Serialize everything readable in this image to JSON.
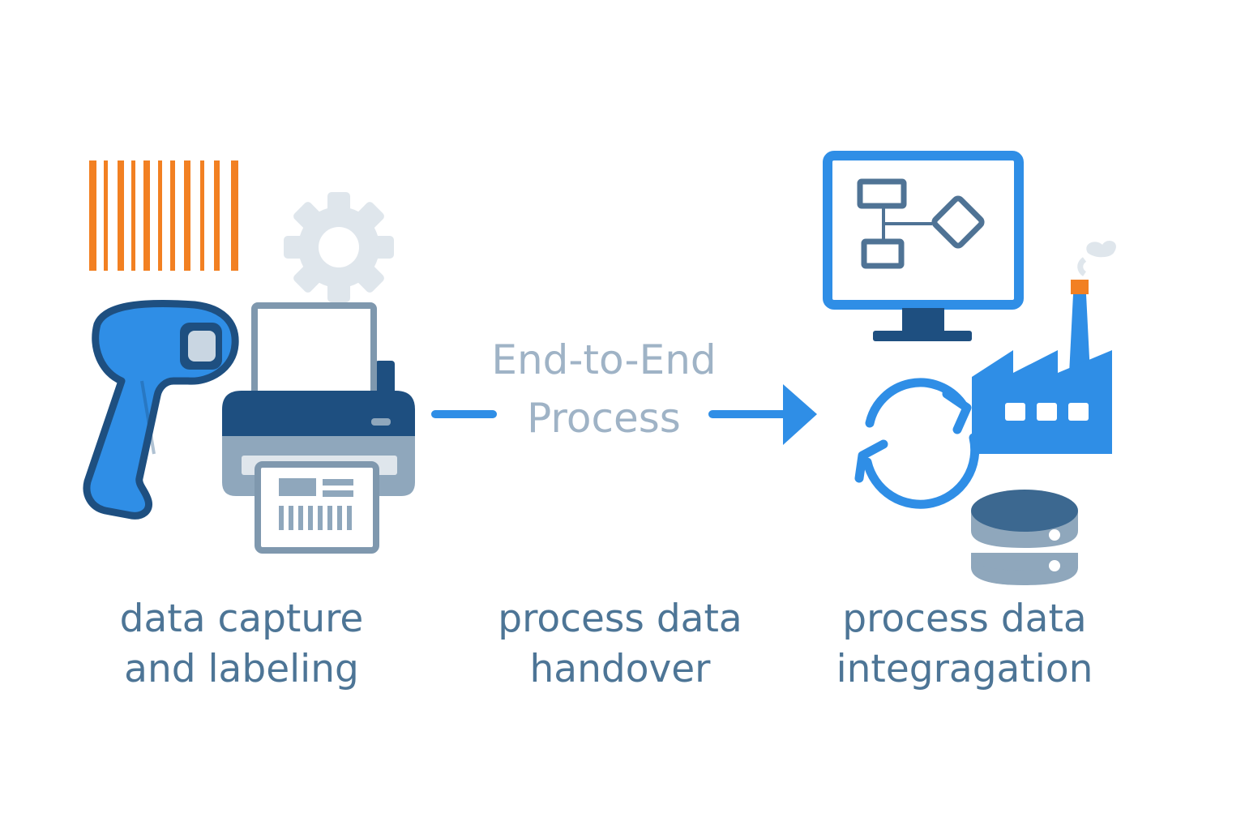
{
  "diagram": {
    "center_title": {
      "line1": "End-to-End",
      "line2": "Process"
    },
    "stages": [
      {
        "line1": "data capture",
        "line2": "and labeling"
      },
      {
        "line1": "process data",
        "line2": "handover"
      },
      {
        "line1": "process data",
        "line2": "integragation"
      }
    ],
    "icons": {
      "left": [
        "barcode-icon",
        "gear-icon",
        "barcode-scanner-icon",
        "label-printer-icon"
      ],
      "right": [
        "monitor-flowchart-icon",
        "sync-cycle-icon",
        "factory-icon",
        "database-icon"
      ],
      "connector": "arrow-right-icon"
    },
    "colors": {
      "orange": "#f28022",
      "blue": "#2f8ee6",
      "dark_blue": "#1e4f80",
      "steel_blue": "#4f7395",
      "gray_blue": "#8fa7bc",
      "light_gray": "#dfe6ec",
      "text": "#4d7596",
      "title_text": "#9fb3c6"
    }
  }
}
